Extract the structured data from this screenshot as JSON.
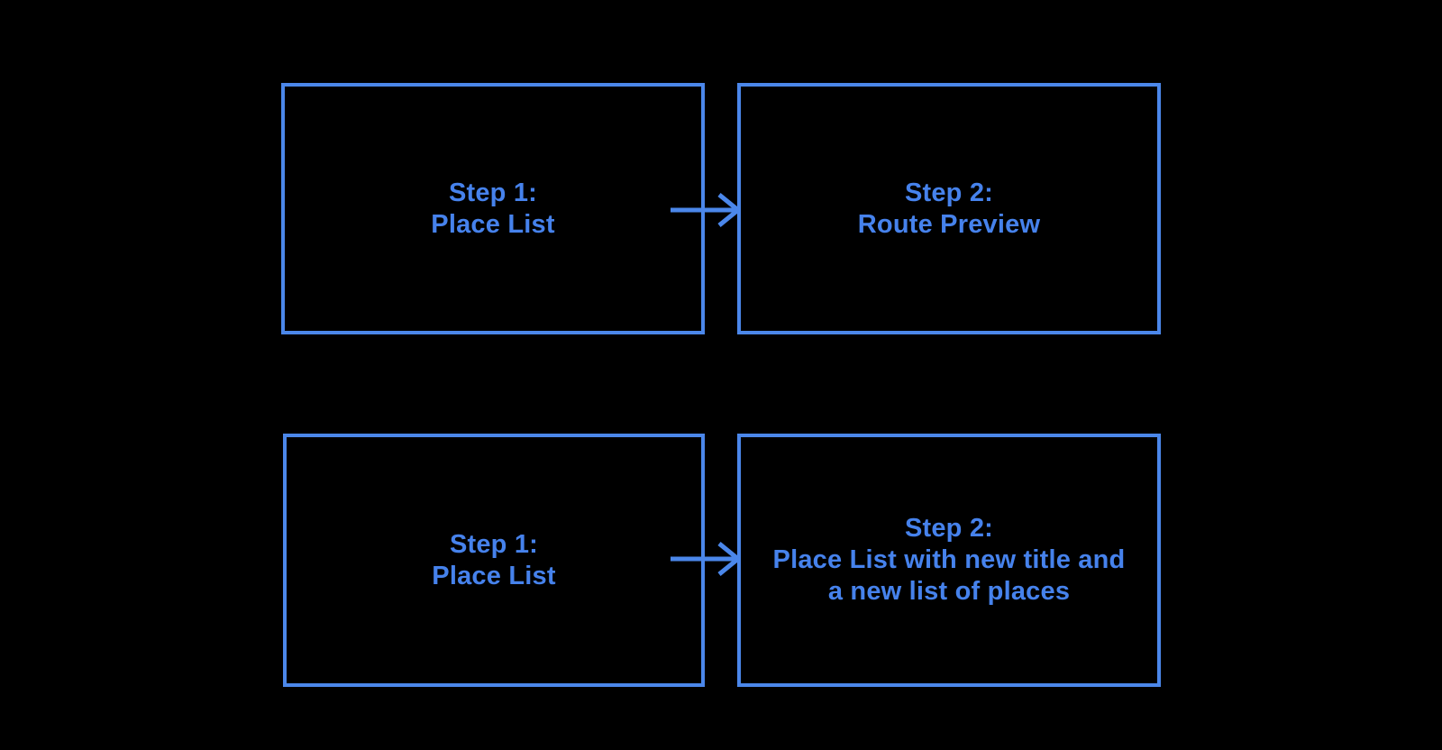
{
  "diagram": {
    "type": "flowchart",
    "background": "#000000",
    "accent": "#4b87ea",
    "text_color": "#4682ec",
    "flows": [
      {
        "source": {
          "lines": [
            "Step 1:",
            "Place List"
          ]
        },
        "connector": "right-arrow",
        "target": {
          "lines": [
            "Step 2:",
            "Route Preview"
          ]
        }
      },
      {
        "source": {
          "lines": [
            "Step 1:",
            "Place List"
          ]
        },
        "connector": "right-arrow",
        "target": {
          "lines": [
            "Step 2:",
            "Place List with new title and",
            "a new list of places"
          ]
        }
      }
    ]
  }
}
